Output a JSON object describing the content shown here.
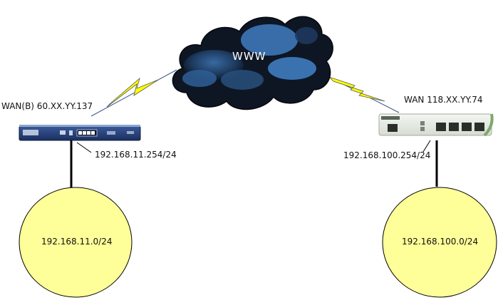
{
  "cloud": {
    "label": "WWW"
  },
  "left_site": {
    "wan_label": "WAN(B) 60.XX.YY.137",
    "lan_gateway": "192.168.11.254/24",
    "network": "192.168.11.0/24"
  },
  "right_site": {
    "wan_label": "WAN 118.XX.YY.74",
    "lan_gateway": "192.168.100.254/24",
    "network": "192.168.100.0/24"
  },
  "colors": {
    "network_fill": "#ffff99",
    "cloud_dark": "#101826",
    "cloud_light": "#4a86c5",
    "lightning": "#ffff00",
    "router_blue": "#24407a"
  }
}
